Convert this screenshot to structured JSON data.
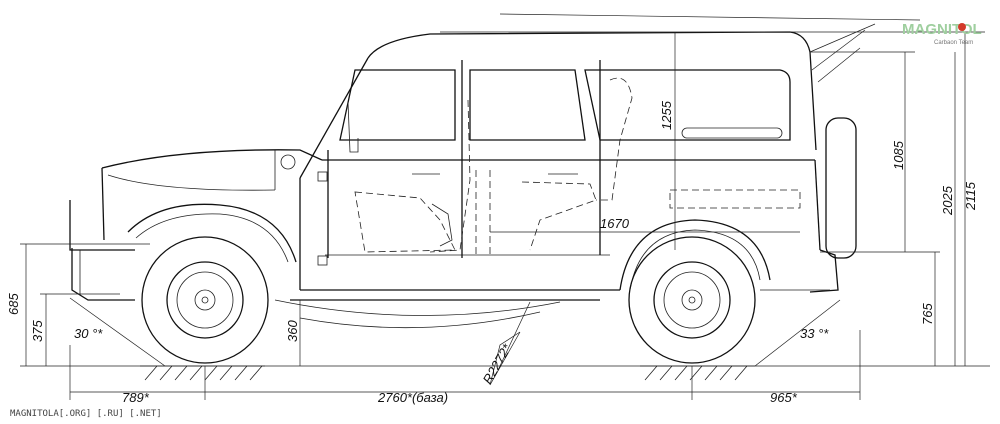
{
  "dimensions": {
    "overall_height": "2115",
    "roof_height": "2025",
    "body_height": "1085",
    "interior_height": "1255",
    "interior_length": "1670",
    "rear_bumper_height": "765",
    "front_bumper_height": "685",
    "front_step_height": "375",
    "clearance": "360",
    "approach_angle": "30 °*",
    "departure_angle": "33 °*",
    "front_overhang": "789*",
    "wheelbase": "2760*(база)",
    "rear_overhang": "965*",
    "turning_radius": "R2272*"
  },
  "watermark": {
    "logo": "MAGNITOL",
    "logo_sub": "Carbaon Team",
    "footer": "MAGNITOLA[.ORG] [.RU] [.NET]"
  },
  "colors": {
    "line": "#111111",
    "logo_green": "#9fcf9f",
    "logo_red": "#d23a2a"
  }
}
